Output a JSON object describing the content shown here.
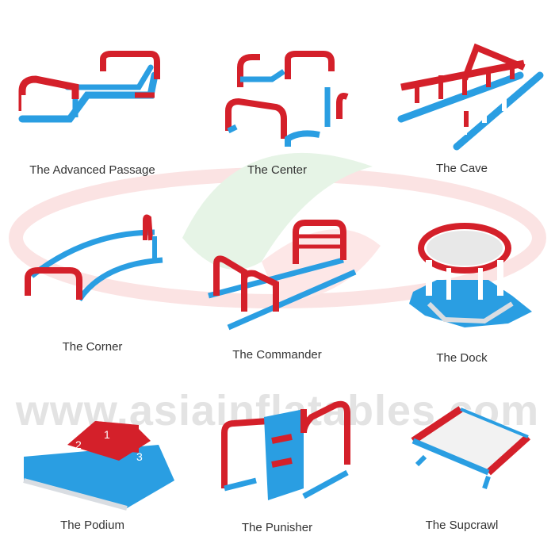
{
  "watermark": {
    "text": "www.asiainflatables.com"
  },
  "colors": {
    "red": "#d4202a",
    "blue": "#2a9ee2",
    "white": "#ffffff",
    "grey": "#d9dde2"
  },
  "products": [
    {
      "name": "The Advanced Passage",
      "icon": "advanced-passage-icon"
    },
    {
      "name": "The Center",
      "icon": "center-icon"
    },
    {
      "name": "The Cave",
      "icon": "cave-icon"
    },
    {
      "name": "The Corner",
      "icon": "corner-icon"
    },
    {
      "name": "The Commander",
      "icon": "commander-icon"
    },
    {
      "name": "The Dock",
      "icon": "dock-icon"
    },
    {
      "name": "The Podium",
      "icon": "podium-icon",
      "step_labels": [
        "1",
        "2",
        "3"
      ]
    },
    {
      "name": "The Punisher",
      "icon": "punisher-icon"
    },
    {
      "name": "The Supcrawl",
      "icon": "supcrawl-icon"
    }
  ]
}
